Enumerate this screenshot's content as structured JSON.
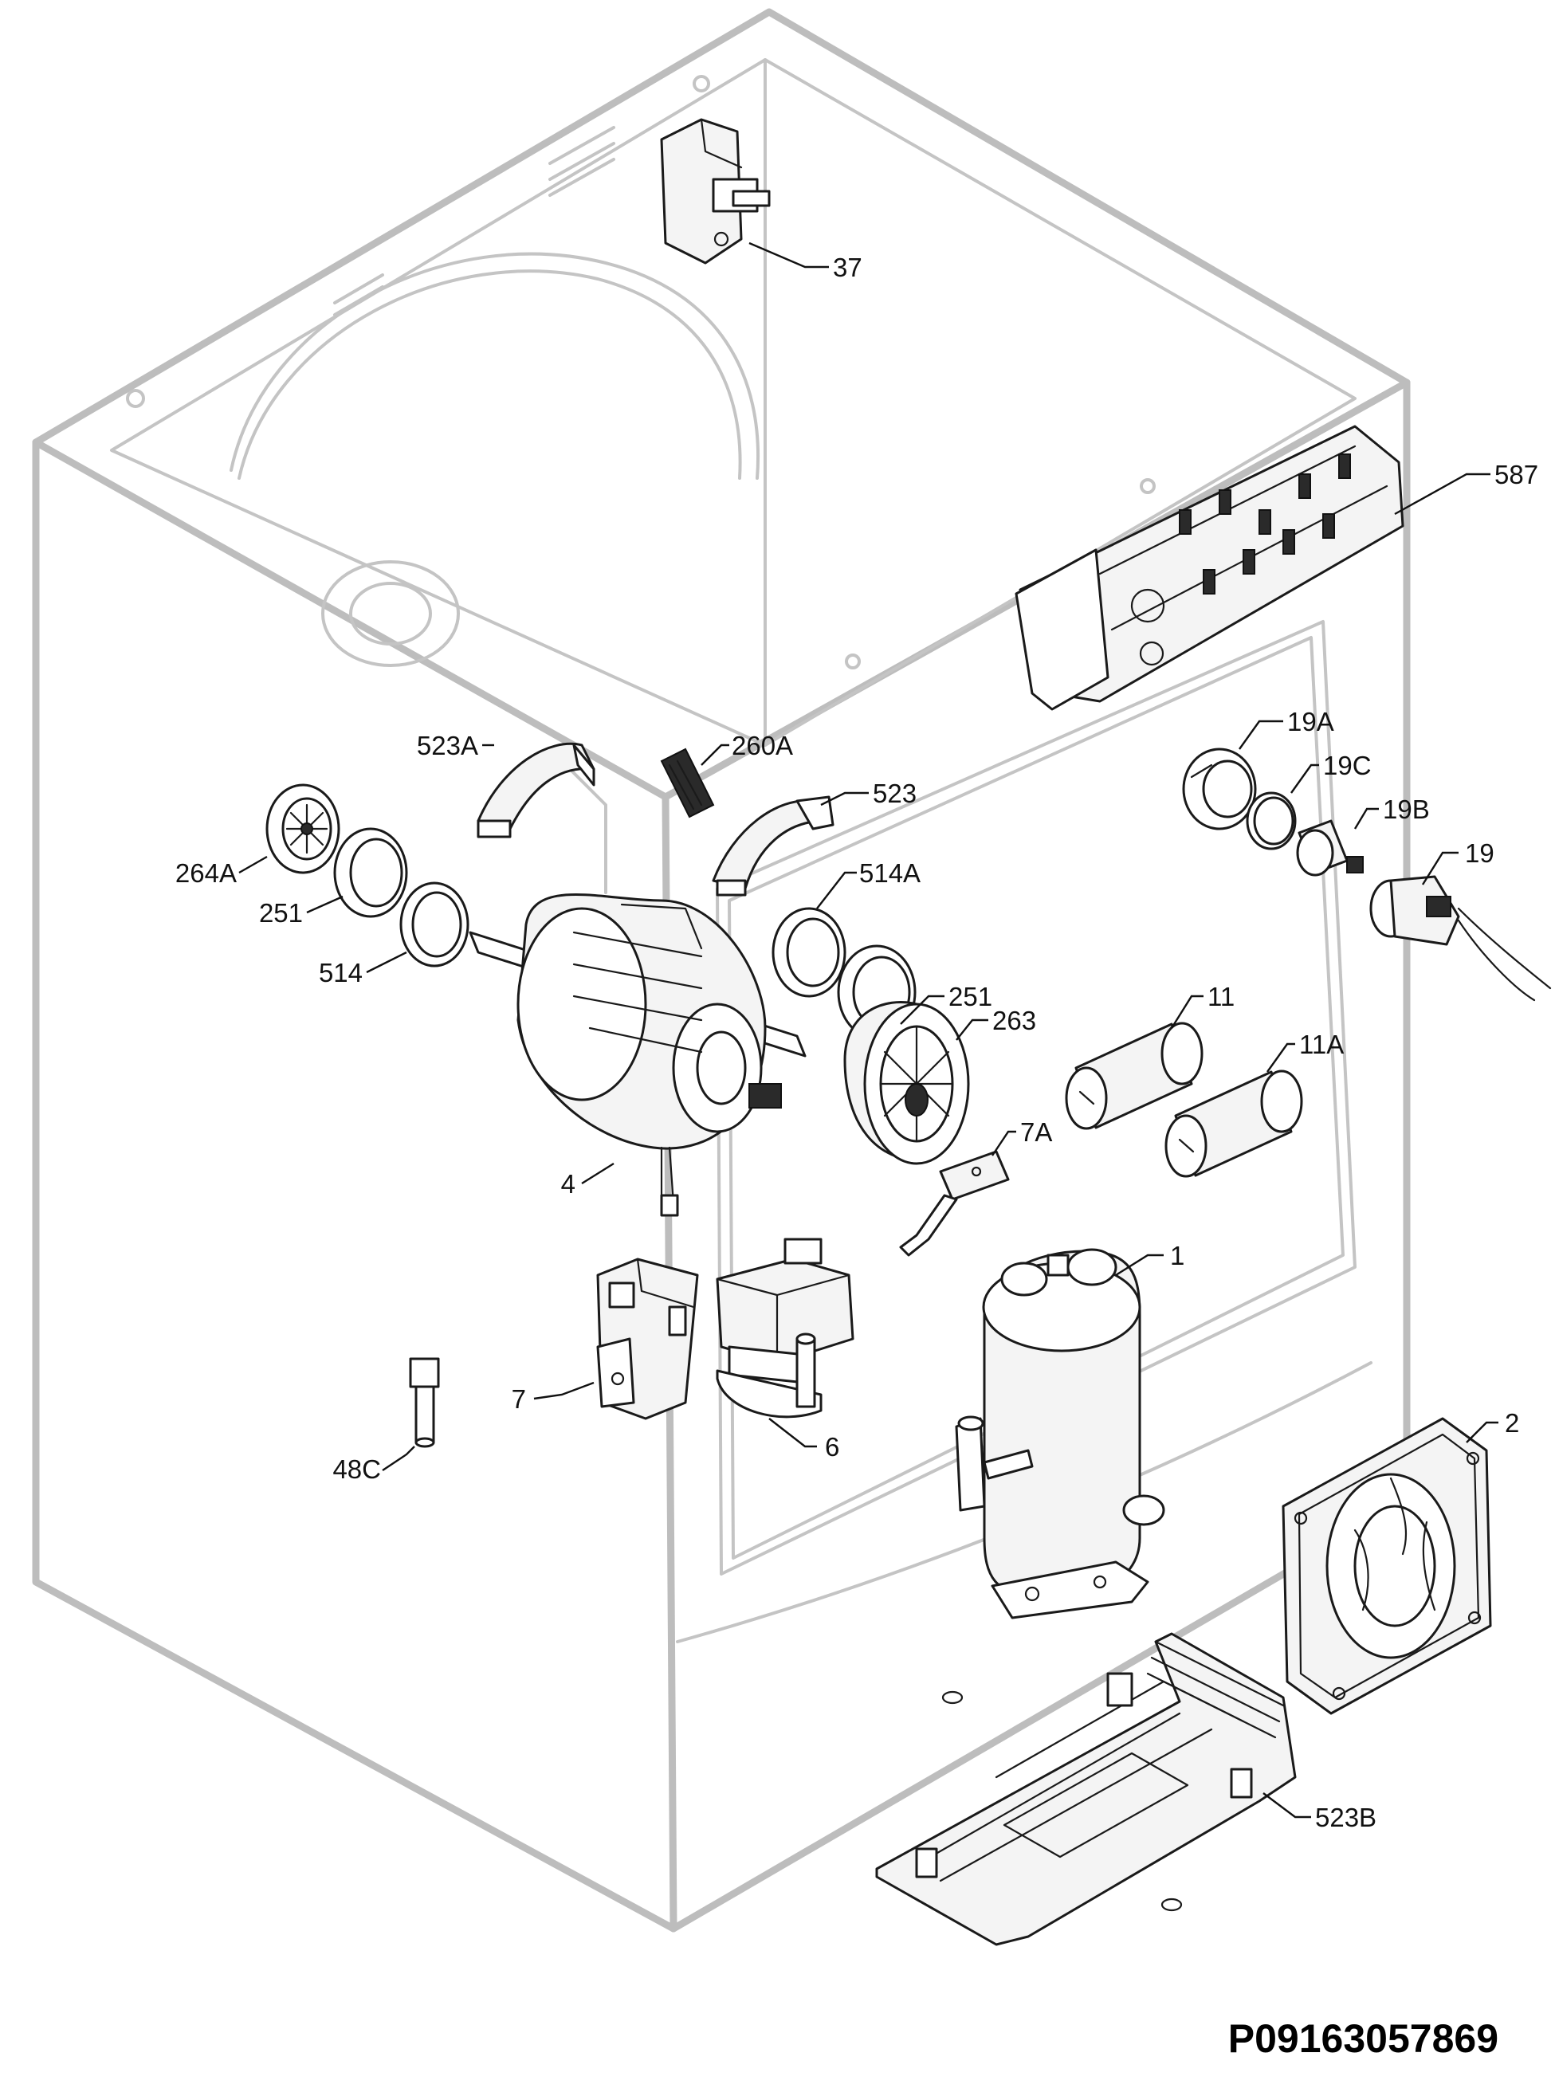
{
  "drawing_code": "P09163057869",
  "callouts": {
    "c37": "37",
    "c587": "587",
    "c523A": "523A",
    "c260A": "260A",
    "c523": "523",
    "c19A": "19A",
    "c19C": "19C",
    "c19B": "19B",
    "c19": "19",
    "c264A": "264A",
    "c514A": "514A",
    "c251_left": "251",
    "c514": "514",
    "c251_right": "251",
    "c263": "263",
    "c11": "11",
    "c11A": "11A",
    "c7A": "7A",
    "c4": "4",
    "c1": "1",
    "c7": "7",
    "c6": "6",
    "c48C": "48C",
    "c2": "2",
    "c523B": "523B"
  }
}
